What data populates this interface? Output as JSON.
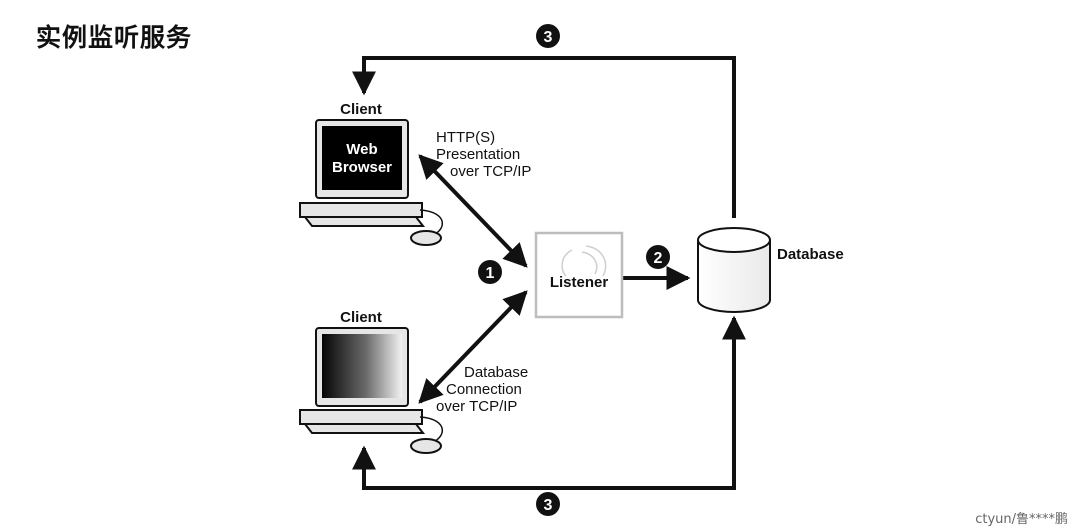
{
  "page": {
    "title": "实例监听服务",
    "watermark": "ctyun/鲁****鹏"
  },
  "diagram": {
    "client_top_label": "Client",
    "client_bottom_label": "Client",
    "browser_line1": "Web",
    "browser_line2": "Browser",
    "http_line1": "HTTP(S)",
    "http_line2": "Presentation",
    "http_line3": "over TCP/IP",
    "db_conn_line1": "Database",
    "db_conn_line2": "Connection",
    "db_conn_line3": "over TCP/IP",
    "listener_label": "Listener",
    "database_label": "Database",
    "step_1": "1",
    "step_2": "2",
    "step_3_top": "3",
    "step_3_bottom": "3"
  },
  "colors": {
    "stroke": "#111111",
    "listener_border": "#bdbdbd",
    "listener_fill": "#ffffff",
    "monitor_screen": "#000000",
    "computer_body": "#e6e6e6"
  }
}
